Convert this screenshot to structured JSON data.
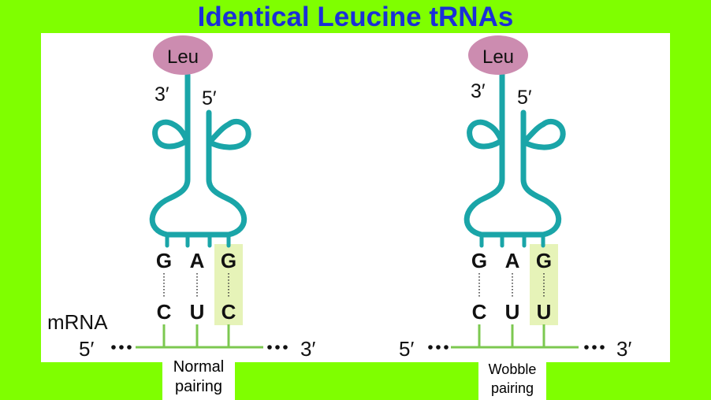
{
  "title": "Identical Leucine tRNAs",
  "strand_label": "mRNA",
  "trnas": [
    {
      "amino_acid": "Leu",
      "three_prime": "3′",
      "five_prime": "5′",
      "anticodon": [
        "G",
        "A",
        "G"
      ],
      "codon": [
        "C",
        "U",
        "C"
      ],
      "mrna_five": "5′",
      "mrna_three": "3′",
      "pairing_label": [
        "Normal",
        "pairing"
      ]
    },
    {
      "amino_acid": "Leu",
      "three_prime": "3′",
      "five_prime": "5′",
      "anticodon": [
        "G",
        "A",
        "G"
      ],
      "codon": [
        "C",
        "U",
        "U"
      ],
      "mrna_five": "5′",
      "mrna_three": "3′",
      "pairing_label": [
        "Wobble",
        "pairing"
      ]
    }
  ],
  "colors": {
    "background": "#7fff00",
    "title": "#1a2fd8",
    "trna": "#1aa5a8",
    "leu": "#cc8cb0",
    "highlight": "#e6f3b8",
    "mrna": "#7cc850"
  }
}
